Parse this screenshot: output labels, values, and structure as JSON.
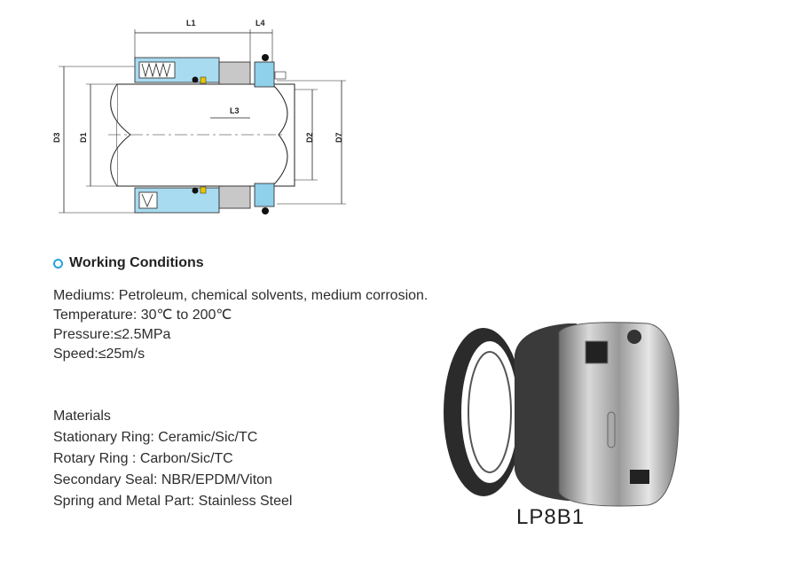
{
  "drawing": {
    "dims": {
      "L1": "L1",
      "L4": "L4",
      "L3": "L3",
      "D3": "D3",
      "D1": "D1",
      "D2": "D2",
      "D7": "D7"
    }
  },
  "section": {
    "icon": "ring-icon",
    "title": "Working Conditions"
  },
  "conditions": [
    "Mediums: Petroleum, chemical solvents, medium corrosion.",
    "Temperature: 30℃ to 200℃",
    "Pressure:≤2.5MPa",
    "Speed:≤25m/s"
  ],
  "materials": {
    "heading": "Materials",
    "items": [
      "Stationary Ring: Ceramic/Sic/TC",
      "Rotary Ring : Carbon/Sic/TC",
      "Secondary Seal: NBR/EPDM/Viton",
      "Spring and Metal Part: Stainless Steel"
    ]
  },
  "product": {
    "model": "LP8B1"
  },
  "colors": {
    "accent": "#25a3dc",
    "seal_blue": "#8fd0ea",
    "text": "#2d2d2d"
  }
}
